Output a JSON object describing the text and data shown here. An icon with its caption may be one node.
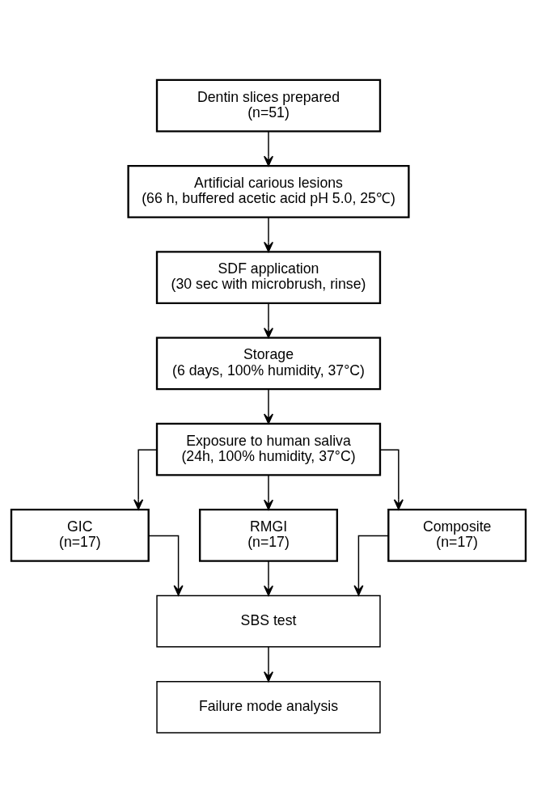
{
  "diagram": {
    "nodes": [
      {
        "text": [
          "Dentin slices prepared",
          "(n=51)"
        ]
      },
      {
        "text": [
          "Artificial carious lesions",
          "(66 h, buffered acetic acid pH 5.0, 25℃)"
        ]
      },
      {
        "text": [
          "SDF application",
          "(30 sec with microbrush, rinse)"
        ]
      },
      {
        "text": [
          "Storage",
          "(6 days, 100% humidity, 37°C)"
        ]
      },
      {
        "text": [
          "Exposure to human saliva",
          "(24h, 100% humidity, 37°C)"
        ]
      },
      {
        "text": [
          "GIC",
          "(n=17)"
        ]
      },
      {
        "text": [
          "RMGI",
          "(n=17)"
        ]
      },
      {
        "text": [
          "Composite",
          "(n=17)"
        ]
      },
      {
        "text": [
          "SBS test"
        ]
      },
      {
        "text": [
          "Failure mode analysis"
        ]
      }
    ],
    "edges": [
      {
        "from": 0,
        "to": 1,
        "arrow": "to"
      },
      {
        "from": 1,
        "to": 2,
        "arrow": "to"
      },
      {
        "from": 2,
        "to": 3,
        "arrow": "to"
      },
      {
        "from": 3,
        "to": 4,
        "arrow": "to"
      },
      {
        "from": 4,
        "to": 5,
        "arrow": "to"
      },
      {
        "from": 4,
        "to": 6,
        "arrow": "to"
      },
      {
        "from": 4,
        "to": 7,
        "arrow": "to"
      },
      {
        "from": 5,
        "to": 8,
        "arrow": "to"
      },
      {
        "from": 6,
        "to": 8,
        "arrow": "to"
      },
      {
        "from": 7,
        "to": 8,
        "arrow": "to"
      },
      {
        "from": 8,
        "to": 9,
        "arrow": "to"
      }
    ]
  }
}
